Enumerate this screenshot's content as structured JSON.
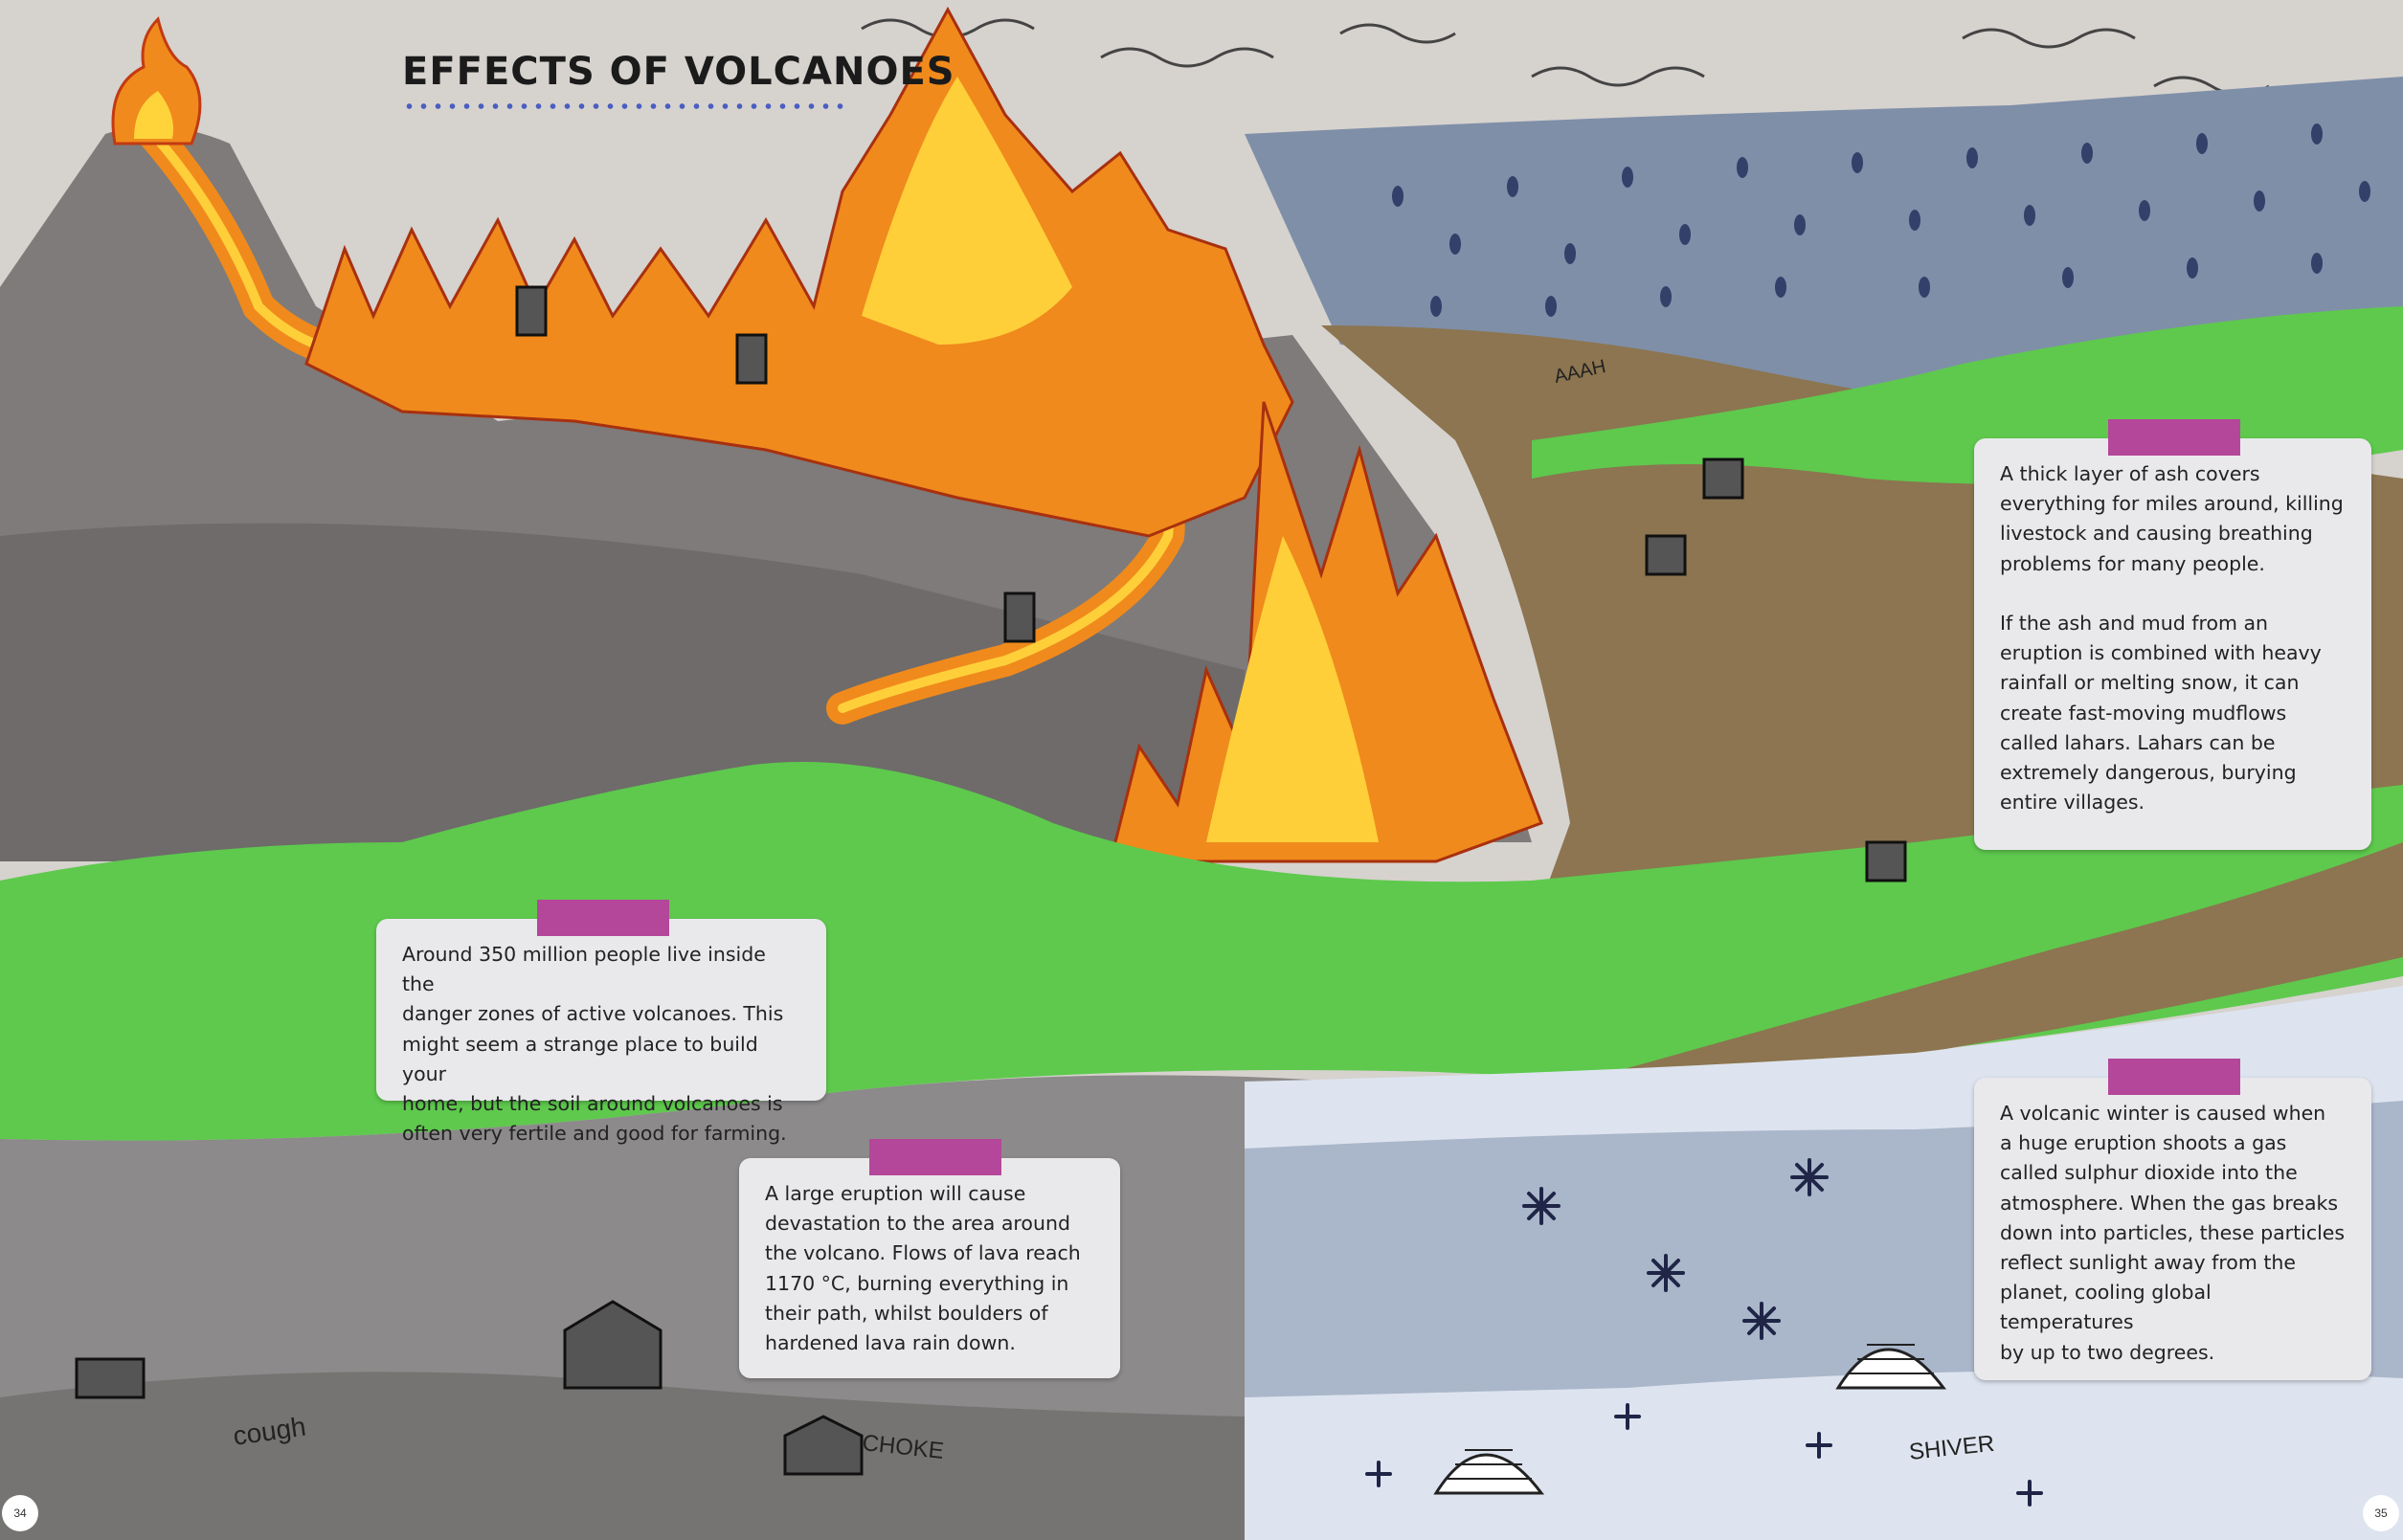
{
  "page": {
    "title": "EFFECTS OF VOLCANOES",
    "page_left": "34",
    "page_right": "35"
  },
  "boxes": {
    "population": "Around 350 million people live inside the\ndanger zones of active volcanoes. This\nmight seem a strange place to build your\nhome, but the soil around volcanoes is\noften very fertile and good for farming.",
    "lava": "A large eruption will cause\ndevastation to the area around\nthe volcano. Flows of lava reach\n1170 °C, burning everything in\ntheir path, whilst boulders of\nhardened lava rain down.",
    "ash": "A thick layer of ash covers\neverything for miles around, killing\nlivestock and causing breathing\nproblems for many people.\n\nIf the ash and mud from an\neruption is combined with heavy\nrainfall or melting snow, it can\ncreate fast-moving mudflows\ncalled lahars. Lahars can be\nextremely dangerous, burying\nentire villages.",
    "winter": "A volcanic winter is caused when\na huge eruption shoots a gas\ncalled sulphur dioxide into the\natmosphere. When the gas breaks\ndown into particles, these particles\nreflect sunlight away from the\nplanet, cooling global temperatures\nby up to two degrees."
  },
  "illustration_words": {
    "scream": "AAAH",
    "cough": "cough",
    "choke": "CHOKE",
    "shiver": "SHIVER"
  },
  "colors": {
    "accent": "#b4479a",
    "title_dots": "#4a5ec0",
    "grass": "#5ec94d",
    "ash": "#7e7b7a",
    "mud": "#8c7550",
    "lava": "#f08a1c",
    "snow": "#dde4ef"
  }
}
